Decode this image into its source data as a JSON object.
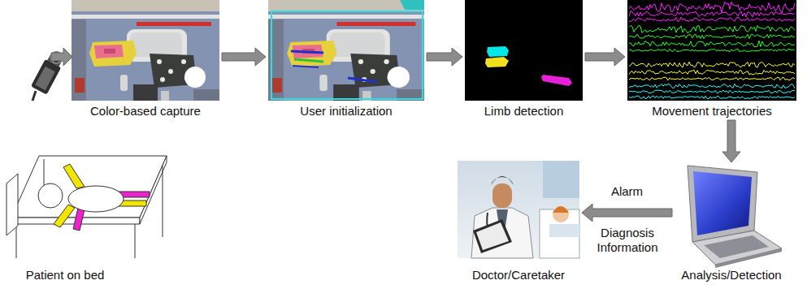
{
  "diagram": {
    "nodes": [
      {
        "text": [
          "Color-based capture"
        ]
      },
      {
        "text": [
          "User initialization"
        ]
      },
      {
        "text": [
          "Limb detection"
        ]
      },
      {
        "text": [
          "Movement trajectories"
        ]
      },
      {
        "text": [
          "Patient on bed"
        ]
      },
      {
        "text": [
          "Doctor/Caretaker"
        ]
      },
      {
        "text": [
          "Analysis/Detection"
        ]
      }
    ],
    "edges": [
      {
        "from": 0,
        "to": 1,
        "arrow": "to"
      },
      {
        "from": 1,
        "to": 2,
        "arrow": "to"
      },
      {
        "from": 2,
        "to": 3,
        "arrow": "to"
      },
      {
        "from": 3,
        "to": 6,
        "arrow": "to"
      },
      {
        "from": 6,
        "to": 5,
        "label": "Alarm",
        "arrow": "to"
      }
    ],
    "labels": [
      "Diagnosis Information"
    ]
  }
}
